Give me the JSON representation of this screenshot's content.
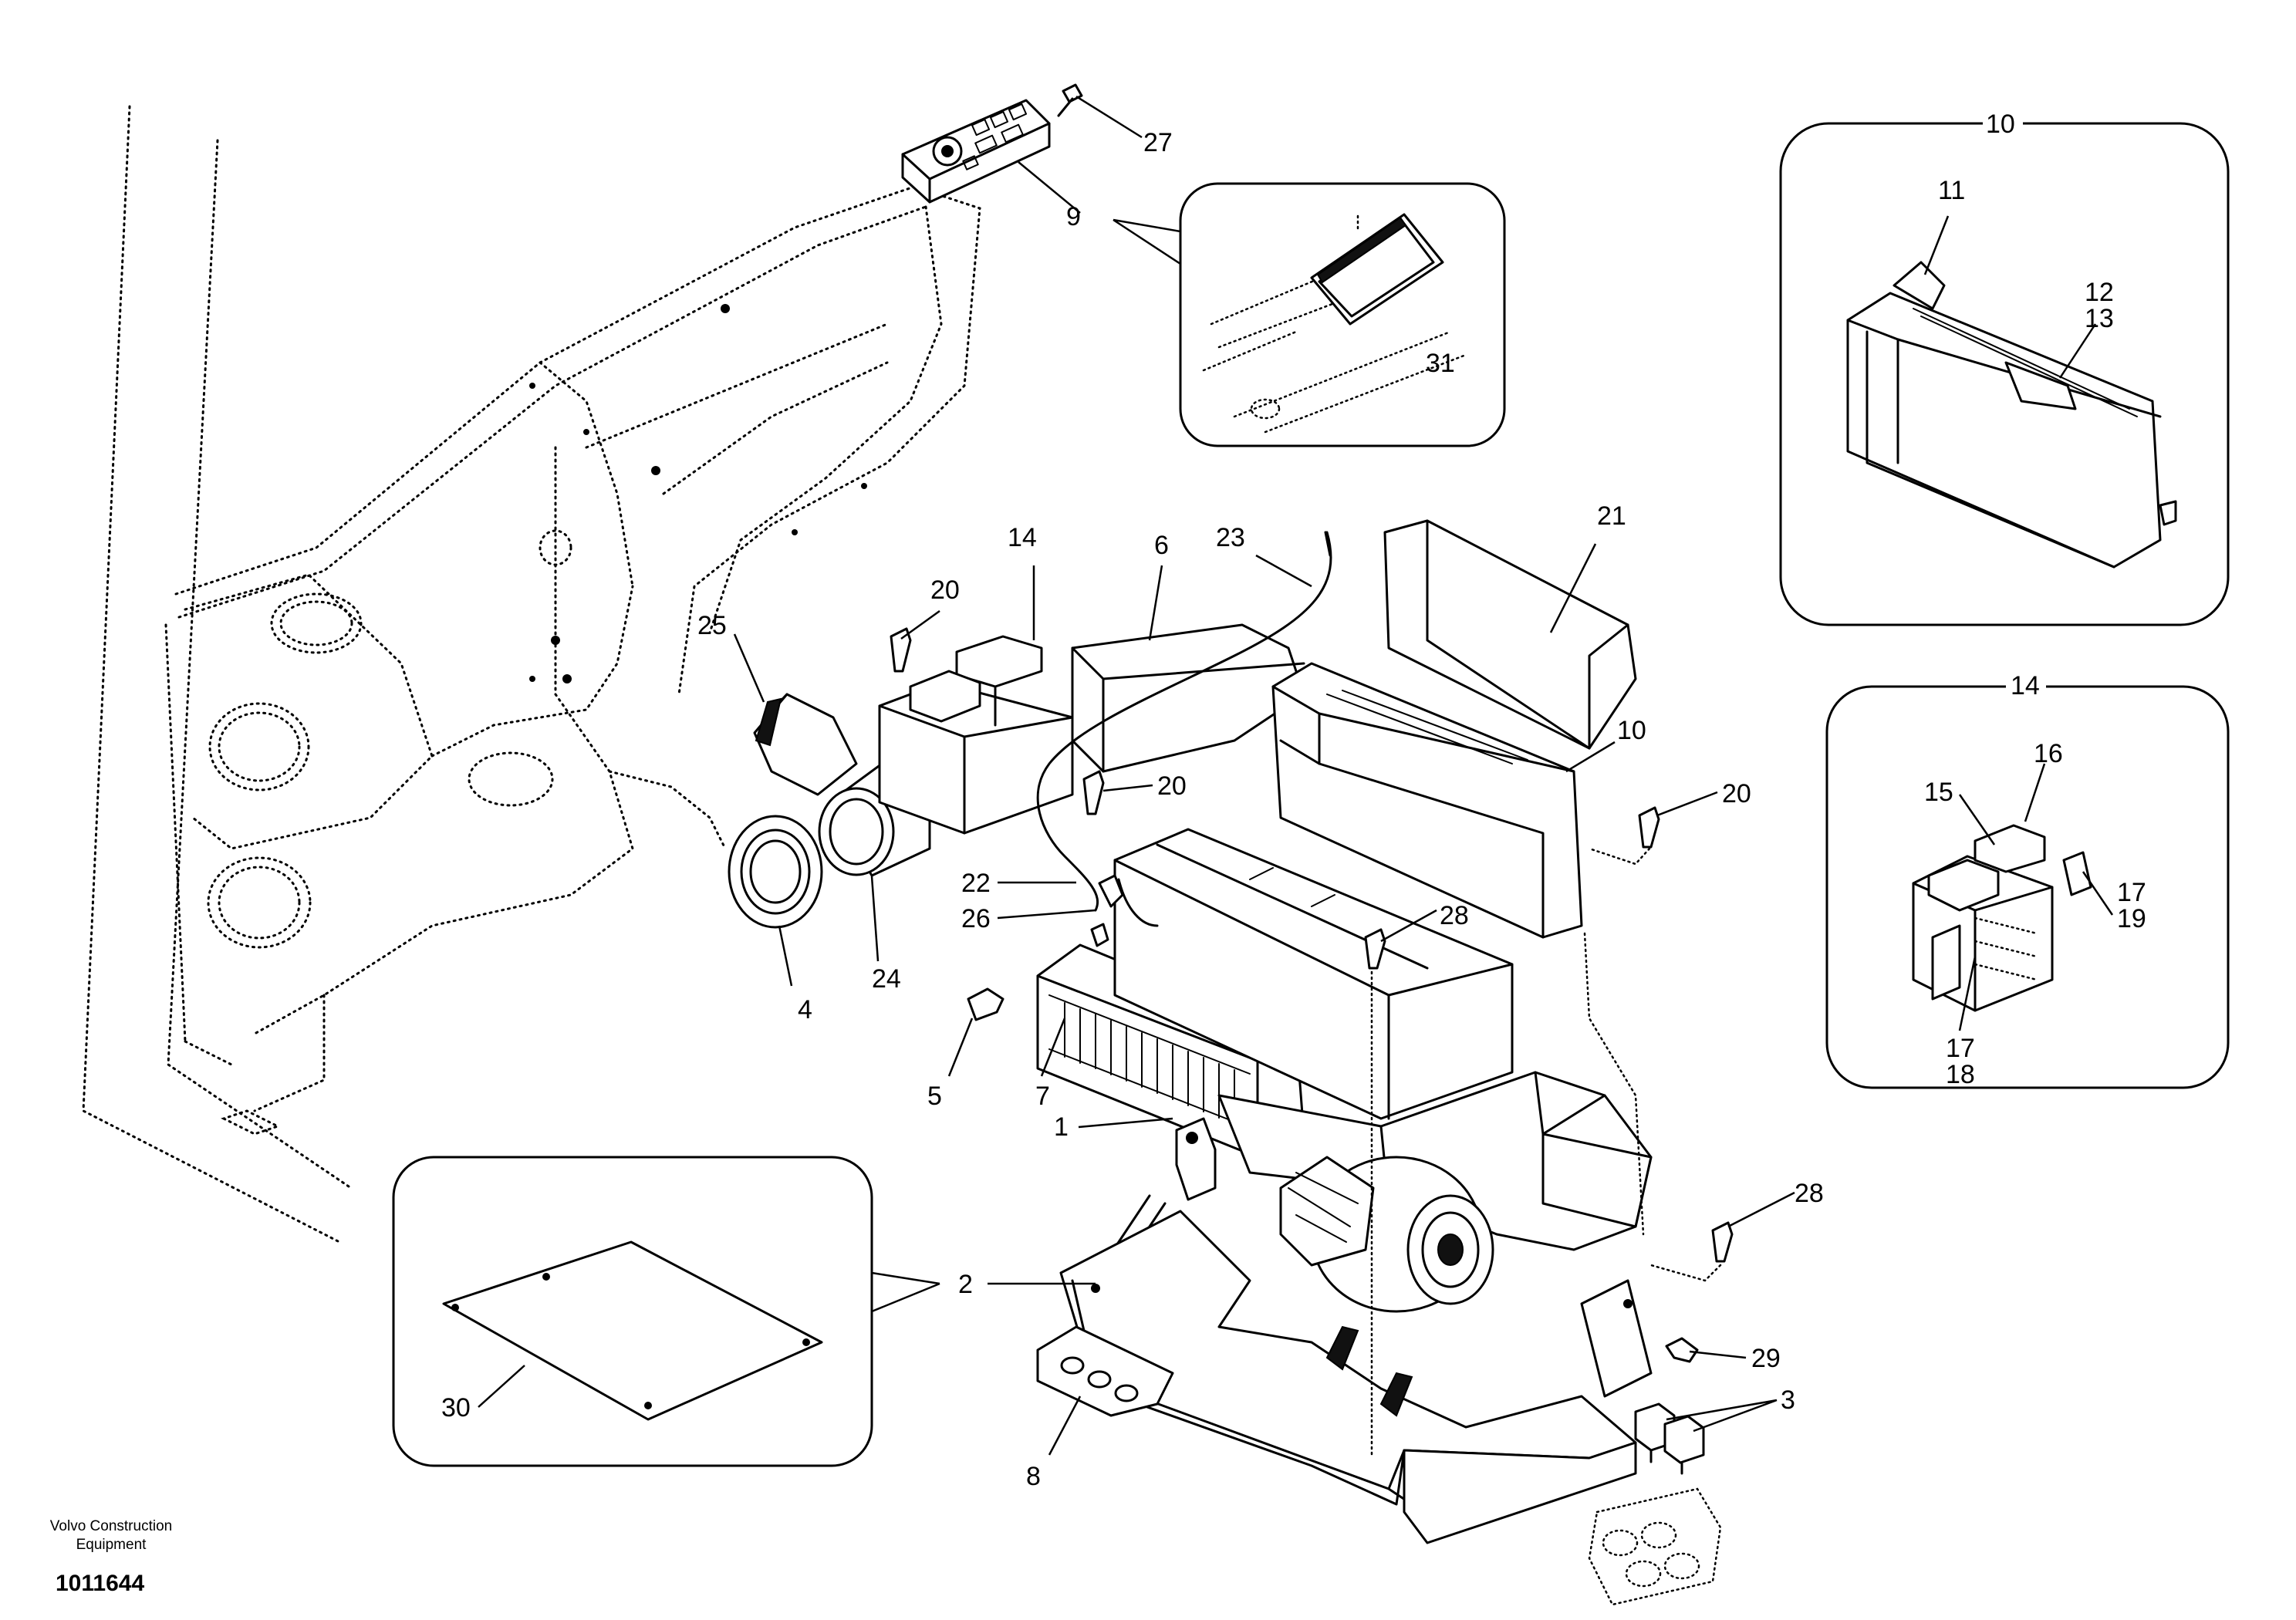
{
  "callouts": {
    "c1": "1",
    "c2": "2",
    "c3": "3",
    "c4": "4",
    "c5": "5",
    "c6": "6",
    "c7": "7",
    "c8": "8",
    "c9": "9",
    "c10": "10",
    "c14": "14",
    "c20a": "20",
    "c20b": "20",
    "c20c": "20",
    "c21": "21",
    "c22": "22",
    "c23": "23",
    "c24": "24",
    "c25": "25",
    "c26": "26",
    "c27": "27",
    "c28a": "28",
    "c28b": "28",
    "c29": "29"
  },
  "insets": {
    "dash_panel": {
      "c31": "31"
    },
    "floor_cover": {
      "c30": "30"
    },
    "duct_10": {
      "title": "10",
      "c11": "11",
      "c12": "12",
      "c13": "13"
    },
    "relay_14": {
      "title": "14",
      "c15": "15",
      "c16": "16",
      "c17a": "17",
      "c19": "19",
      "c17b": "17",
      "c18": "18"
    }
  },
  "footer": {
    "brand_line1": "Volvo Construction",
    "brand_line2": "Equipment",
    "drawing_number": "1011644"
  }
}
